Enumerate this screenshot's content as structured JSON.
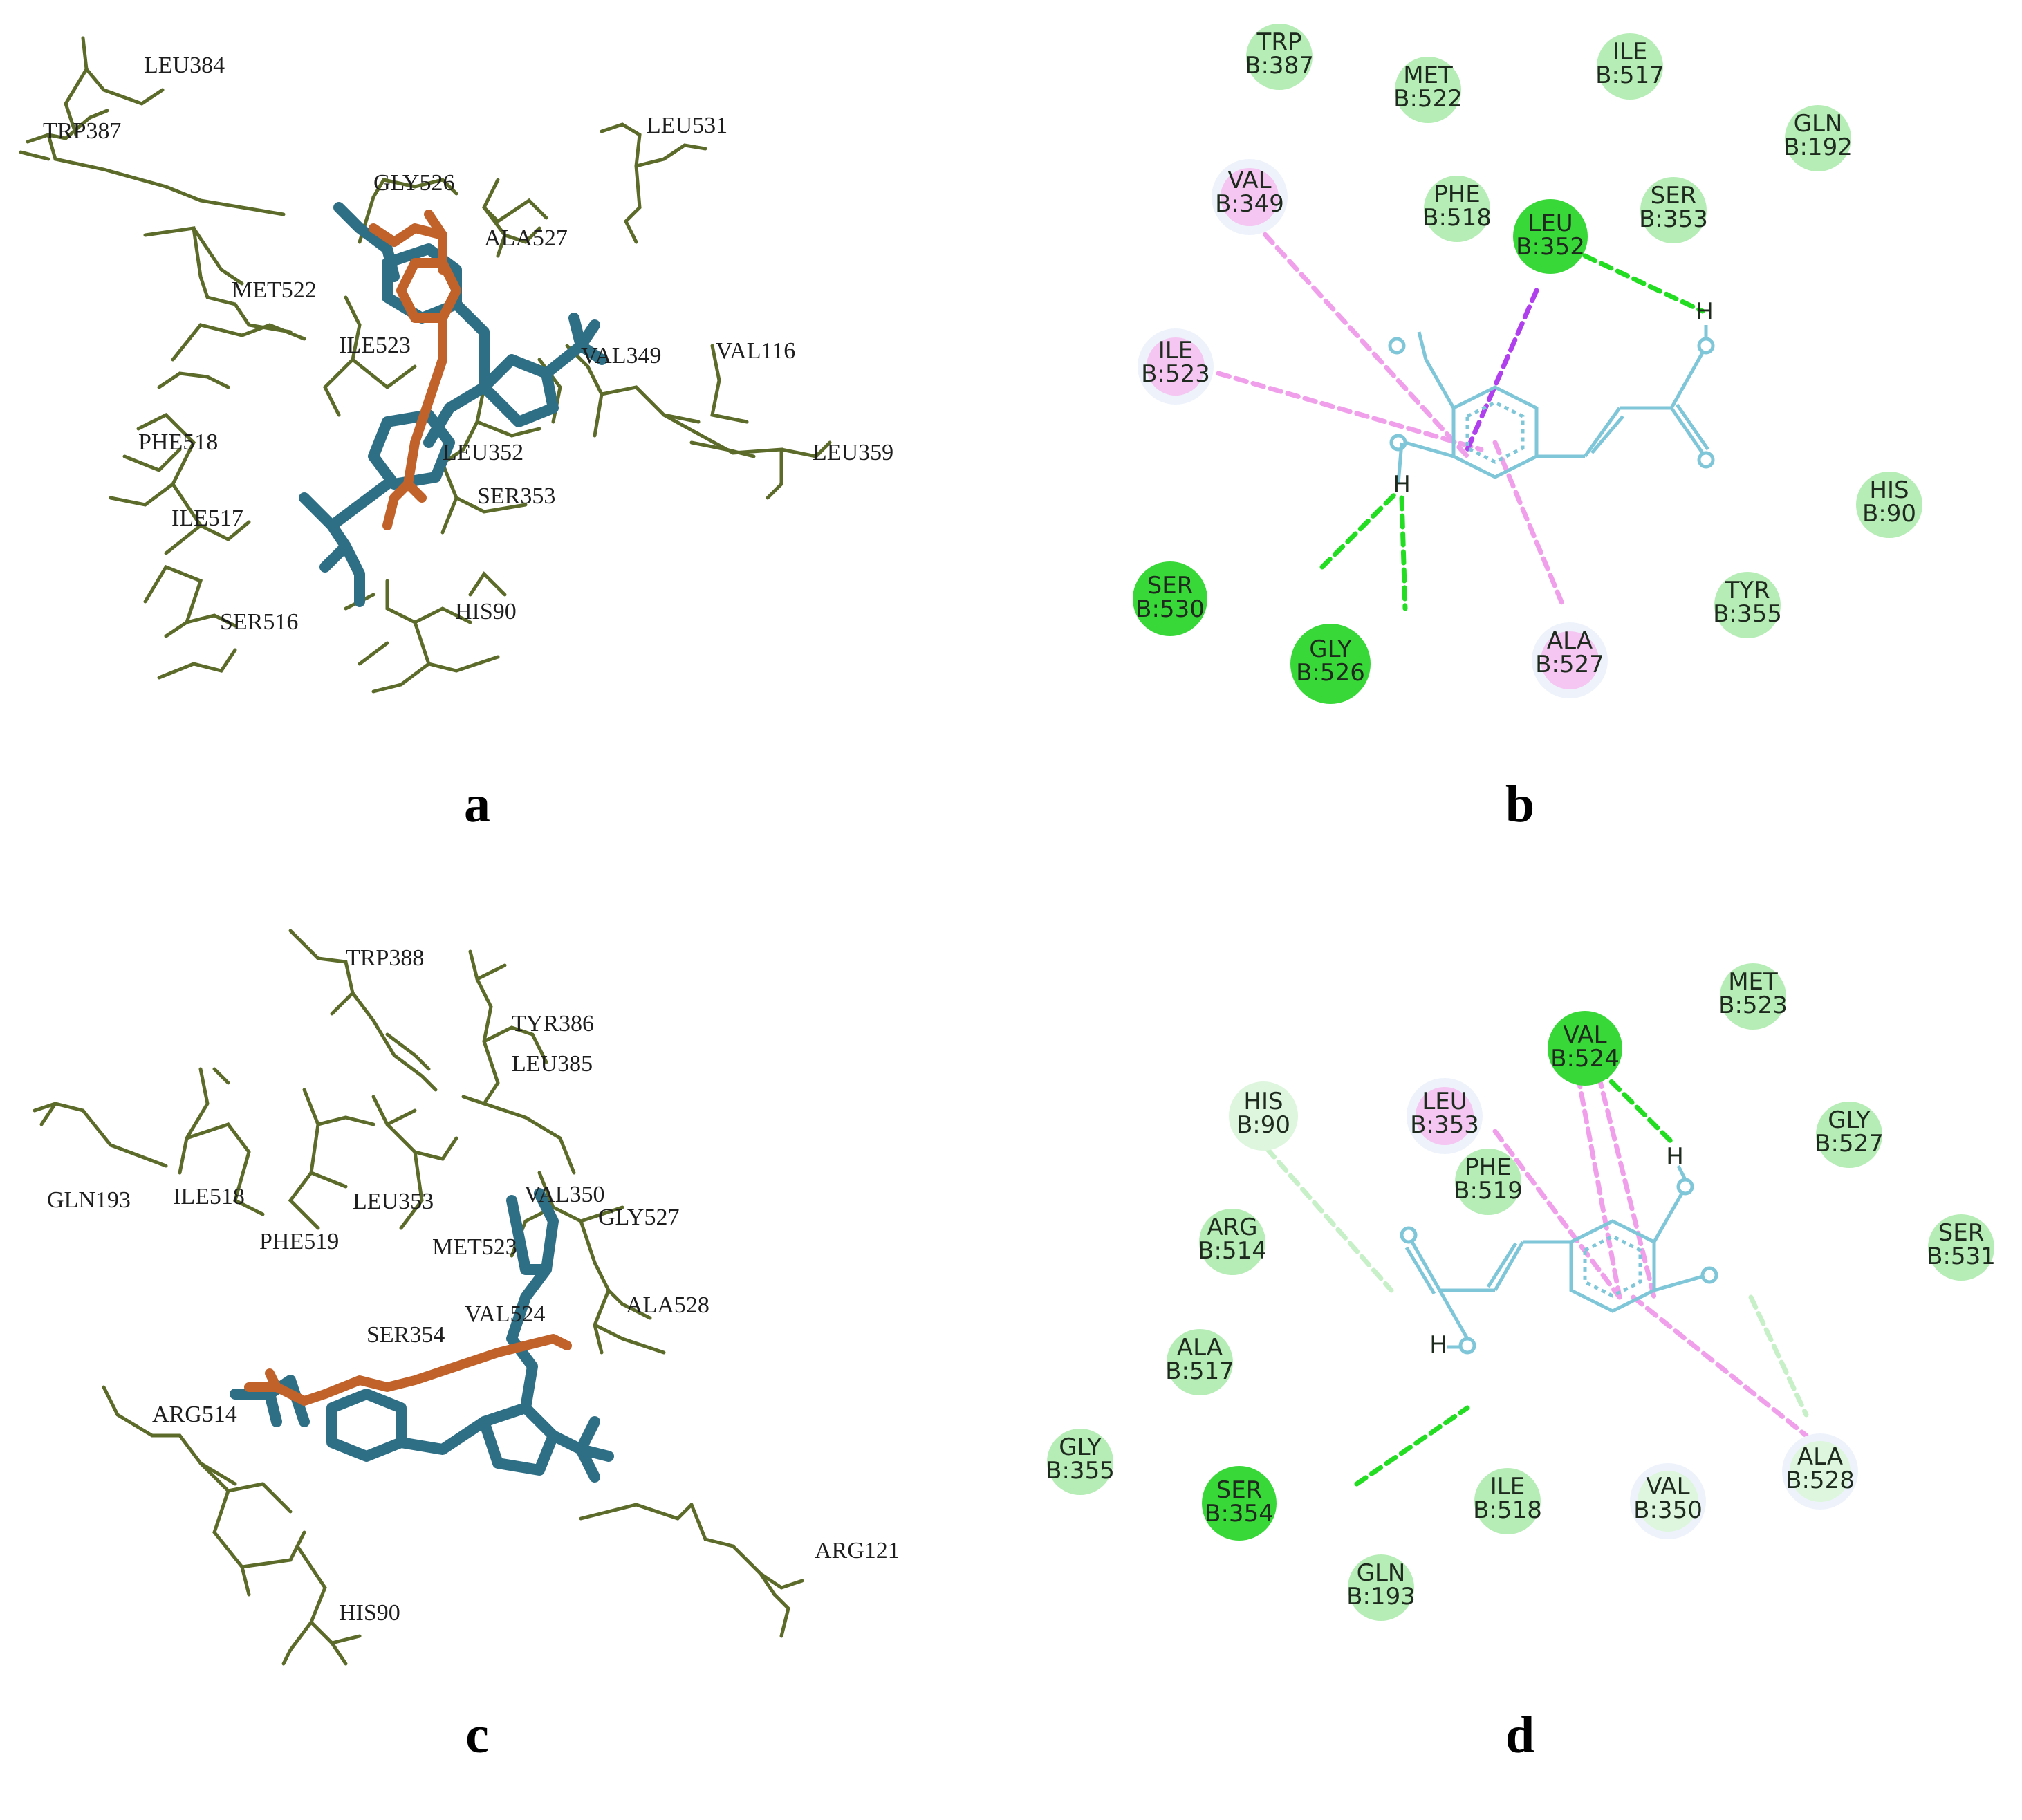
{
  "panels": [
    {
      "letter": "a",
      "labels": [
        "LEU384",
        "TRP387",
        "LEU531",
        "GLY526",
        "ALA527",
        "MET522",
        "ILE523",
        "VAL349",
        "VAL116",
        "PHE518",
        "LEU352",
        "LEU359",
        "SER353",
        "ILE517",
        "SER516",
        "HIS90"
      ]
    },
    {
      "letter": "b",
      "residues": [
        {
          "name": "TRP",
          "id": "B:387",
          "type": "vdw"
        },
        {
          "name": "MET",
          "id": "B:522",
          "type": "vdw"
        },
        {
          "name": "ILE",
          "id": "B:517",
          "type": "vdw"
        },
        {
          "name": "GLN",
          "id": "B:192",
          "type": "vdw"
        },
        {
          "name": "VAL",
          "id": "B:349",
          "type": "alkyl"
        },
        {
          "name": "PHE",
          "id": "B:518",
          "type": "vdw"
        },
        {
          "name": "LEU",
          "id": "B:352",
          "type": "hbond"
        },
        {
          "name": "SER",
          "id": "B:353",
          "type": "vdw"
        },
        {
          "name": "ILE",
          "id": "B:523",
          "type": "alkyl"
        },
        {
          "name": "HIS",
          "id": "B:90",
          "type": "vdw"
        },
        {
          "name": "TYR",
          "id": "B:355",
          "type": "vdw"
        },
        {
          "name": "SER",
          "id": "B:530",
          "type": "hbond"
        },
        {
          "name": "GLY",
          "id": "B:526",
          "type": "hbond"
        },
        {
          "name": "ALA",
          "id": "B:527",
          "type": "alkyl"
        }
      ],
      "atom_labels": [
        "H",
        "H"
      ]
    },
    {
      "letter": "c",
      "labels": [
        "TRP388",
        "TYR386",
        "LEU385",
        "GLN193",
        "ILE518",
        "LEU353",
        "VAL350",
        "PHE519",
        "MET523",
        "GLY527",
        "ALA528",
        "VAL524",
        "SER354",
        "ARG514",
        "ARG121",
        "HIS90"
      ]
    },
    {
      "letter": "d",
      "residues": [
        {
          "name": "MET",
          "id": "B:523",
          "type": "vdw"
        },
        {
          "name": "VAL",
          "id": "B:524",
          "type": "hbond"
        },
        {
          "name": "HIS",
          "id": "B:90",
          "type": "carbonh"
        },
        {
          "name": "LEU",
          "id": "B:353",
          "type": "alkyl"
        },
        {
          "name": "GLY",
          "id": "B:527",
          "type": "vdw"
        },
        {
          "name": "PHE",
          "id": "B:519",
          "type": "vdw"
        },
        {
          "name": "SER",
          "id": "B:531",
          "type": "vdw"
        },
        {
          "name": "ARG",
          "id": "B:514",
          "type": "vdw"
        },
        {
          "name": "ALA",
          "id": "B:517",
          "type": "vdw"
        },
        {
          "name": "GLY",
          "id": "B:355",
          "type": "vdw"
        },
        {
          "name": "SER",
          "id": "B:354",
          "type": "hbond"
        },
        {
          "name": "ILE",
          "id": "B:518",
          "type": "vdw"
        },
        {
          "name": "VAL",
          "id": "B:350",
          "type": "carbonh"
        },
        {
          "name": "ALA",
          "id": "B:528",
          "type": "carbonh"
        },
        {
          "name": "GLN",
          "id": "B:193",
          "type": "vdw"
        }
      ],
      "atom_labels": [
        "H",
        "H"
      ]
    }
  ],
  "colors": {
    "residue_stick": "#5c6b2a",
    "ligand_blue": "#2f6f86",
    "ligand_orange": "#c0622a",
    "ligand_2d": "#7fc6d8",
    "hbond_bubble": "#39d839",
    "vdw_bubble": "#b6edb6",
    "alkyl_bubble": "#f4c6f1",
    "carbonh_bubble": "#ddf6dd",
    "hbond_line": "#22dd22",
    "alkyl_line": "#f0a0ea",
    "sigma_line": "#b040ee",
    "carbonh_line": "#c8f0c8"
  }
}
